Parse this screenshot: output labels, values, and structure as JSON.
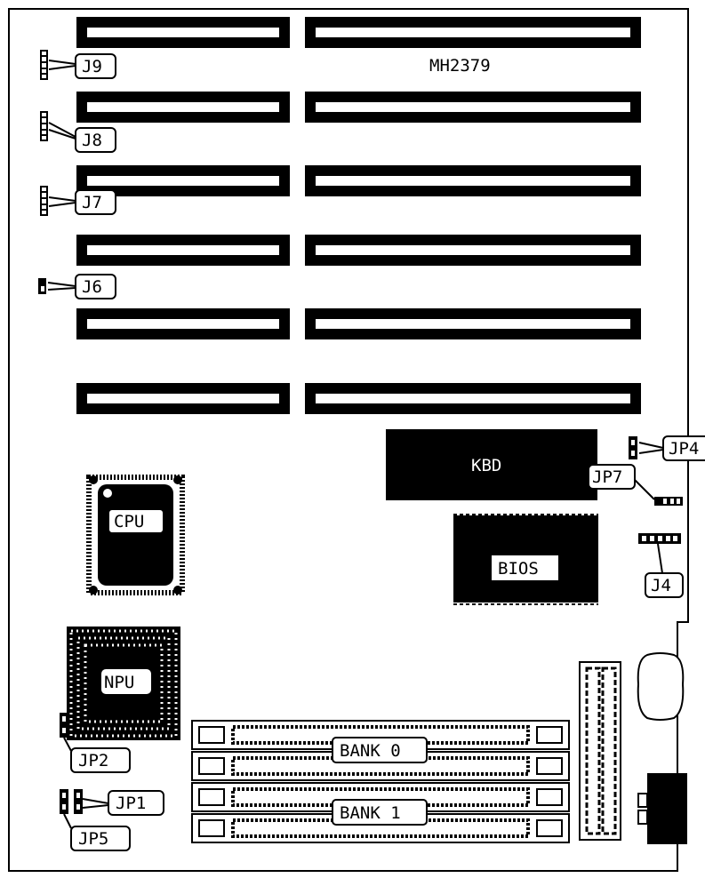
{
  "title": "MH2379",
  "chips": {
    "kbd": "KBD",
    "cpu": "CPU",
    "bios": "BIOS",
    "npu": "NPU"
  },
  "jumpers": {
    "j9": "J9",
    "j8": "J8",
    "j7": "J7",
    "j6": "J6",
    "jp4": "JP4",
    "jp7": "JP7",
    "j4": "J4",
    "jp2": "JP2",
    "jp1": "JP1",
    "jp5": "JP5"
  },
  "memory": {
    "bank0": "BANK 0",
    "bank1": "BANK 1"
  },
  "colors": {
    "ink": "#000000",
    "paper": "#ffffff"
  }
}
